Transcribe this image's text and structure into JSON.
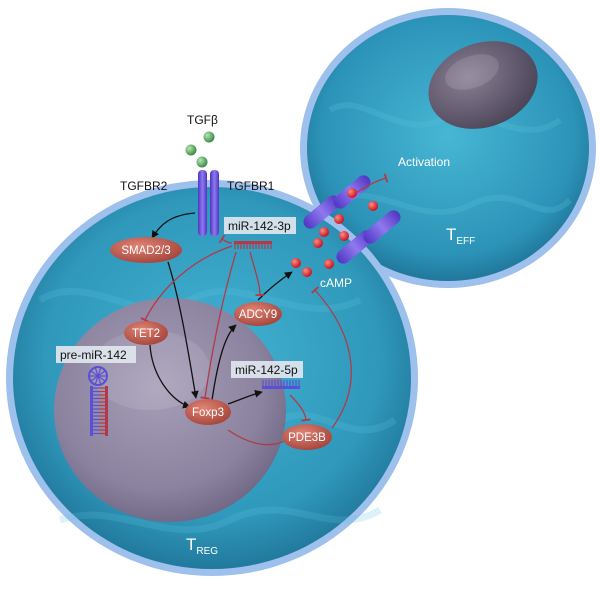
{
  "ligand": {
    "label": "TGFβ"
  },
  "receptors": {
    "left": "TGFBR2",
    "right": "TGFBR1"
  },
  "mirnas": {
    "mature_3p": "miR-142-3p",
    "mature_5p": "miR-142-5p",
    "precursor": "pre-miR-142"
  },
  "proteins": {
    "smad": "SMAD2/3",
    "tet2": "TET2",
    "adcy9": "ADCY9",
    "foxp3": "Foxp3",
    "pde3b": "PDE3B"
  },
  "second_messenger": {
    "label": "cAMP"
  },
  "effector_cell": {
    "activation": "Activation",
    "label_main": "T",
    "label_sub": "EFF"
  },
  "regulatory_cell": {
    "label_main": "T",
    "label_sub": "REG"
  },
  "colors": {
    "cytoplasm": "#2f9bbd",
    "cytoplasm_dark": "#1d6f92",
    "membrane": "#9ec0ec",
    "nucleus": "#8f86a2",
    "receptor": "#6f56d8",
    "protein": "#c15c4e",
    "inhibit": "#b23a48",
    "activate": "#111111",
    "camp": "#e0242c",
    "tgfb": "#5aa862"
  }
}
